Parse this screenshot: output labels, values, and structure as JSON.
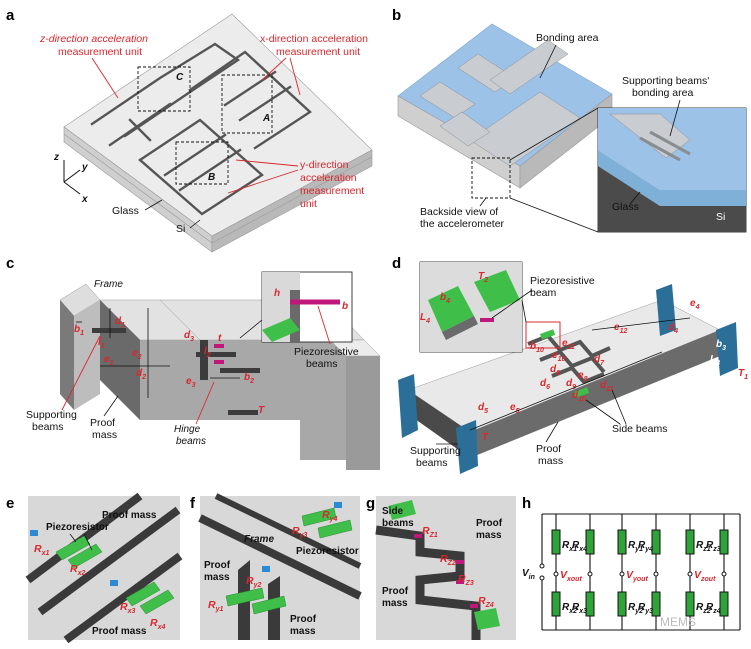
{
  "panels": {
    "a": {
      "label": "a",
      "z_unit": "z-direction acceleration measurement unit",
      "z_unit_lines": [
        "z-direction acceleration",
        "measurement unit"
      ],
      "x_unit_lines": [
        "x-direction acceleration",
        "measurement unit"
      ],
      "y_unit_lines": [
        "y-direction",
        "acceleration",
        "measurement",
        "unit"
      ],
      "box_c": "C",
      "box_a": "A",
      "box_b": "B",
      "axis_z": "z",
      "axis_y": "y",
      "axis_x": "x",
      "glass": "Glass",
      "si": "Si"
    },
    "b": {
      "label": "b",
      "bonding_area": "Bonding area",
      "support_lines": [
        "Supporting beams'",
        "bonding area"
      ],
      "backside_lines": [
        "Backside view of",
        "the accelerometer"
      ],
      "glass": "Glass",
      "si": "Si"
    },
    "c": {
      "label": "c",
      "frame": "Frame",
      "b1": "b1",
      "d1": "d1",
      "e1": "e1",
      "e2": "e2",
      "d2": "d2",
      "d3": "d3",
      "e3": "e3",
      "b2": "b2",
      "t": "t",
      "l": "l",
      "b_dim": "b",
      "h": "h",
      "l1": "l1",
      "l2": "l2",
      "T": "T",
      "supporting_lines": [
        "Supporting",
        "beams"
      ],
      "proof_lines": [
        "Proof",
        "mass"
      ],
      "hinge_lines": [
        "Hinge",
        "beams"
      ],
      "piezo_lines": [
        "Piezoresistive",
        "beams"
      ]
    },
    "d": {
      "label": "d",
      "T2": "T2",
      "b4": "b4",
      "L4": "L4",
      "piezo_lines": [
        "Piezoresistive",
        "beam"
      ],
      "e12": "e12",
      "d4": "d4",
      "e4": "e4",
      "b3": "b3",
      "L3": "L3",
      "T1": "T1",
      "b10": "b10",
      "e11": "e11",
      "e10": "e10",
      "d7": "d7",
      "d8": "d8",
      "e8": "e8",
      "d6": "d6",
      "d9": "d9",
      "d11": "d11",
      "d10": "d10",
      "d5": "d5",
      "e5": "e5",
      "T": "T",
      "side_beams": "Side beams",
      "supporting_lines": [
        "Supporting",
        "beams"
      ],
      "proof_lines": [
        "Proof",
        "mass"
      ]
    },
    "e": {
      "label": "e",
      "proof_mass_top": "Proof mass",
      "piezoresistor": "Piezoresistor",
      "proof_mass_bottom": "Proof mass",
      "rx1": "Rx1",
      "rx2": "Rx2",
      "rx3": "Rx3",
      "rx4": "Rx4"
    },
    "f": {
      "label": "f",
      "frame": "Frame",
      "piezoresistor": "Piezoresistor",
      "proof_mass_left": [
        "Proof",
        "mass"
      ],
      "proof_mass_right": [
        "Proof",
        "mass"
      ],
      "ry1": "Ry1",
      "ry2": "Ry2",
      "ry3": "Ry3",
      "ry4": "Ry4"
    },
    "g": {
      "label": "g",
      "side_beams": [
        "Side",
        "beams"
      ],
      "proof_mass_left": [
        "Proof",
        "mass"
      ],
      "proof_mass_right": [
        "Proof",
        "mass"
      ],
      "rz1": "Rz1",
      "rz2": "Rz2",
      "rz3": "Rz3",
      "rz4": "Rz4"
    },
    "h": {
      "label": "h",
      "vin": "Vin",
      "bridges": [
        {
          "r_tl": "Rx1",
          "r_tr": "Rx4",
          "r_bl": "Rx2",
          "r_br": "Rx3",
          "vout": "Vxout"
        },
        {
          "r_tl": "Ry1",
          "r_tr": "Ry4",
          "r_bl": "Ry2",
          "r_br": "Ry3",
          "vout": "Vyout"
        },
        {
          "r_tl": "Rz1",
          "r_tr": "Rz3",
          "r_bl": "Rz2",
          "r_br": "Rz4",
          "vout": "Vzout"
        }
      ],
      "watermark": "MEMS"
    }
  },
  "colors": {
    "accent_red": "#d8282d",
    "piezo_green": "#3fbf4a",
    "glass_blue": "#9cc2e8",
    "support_blue": "#2b6f99"
  }
}
